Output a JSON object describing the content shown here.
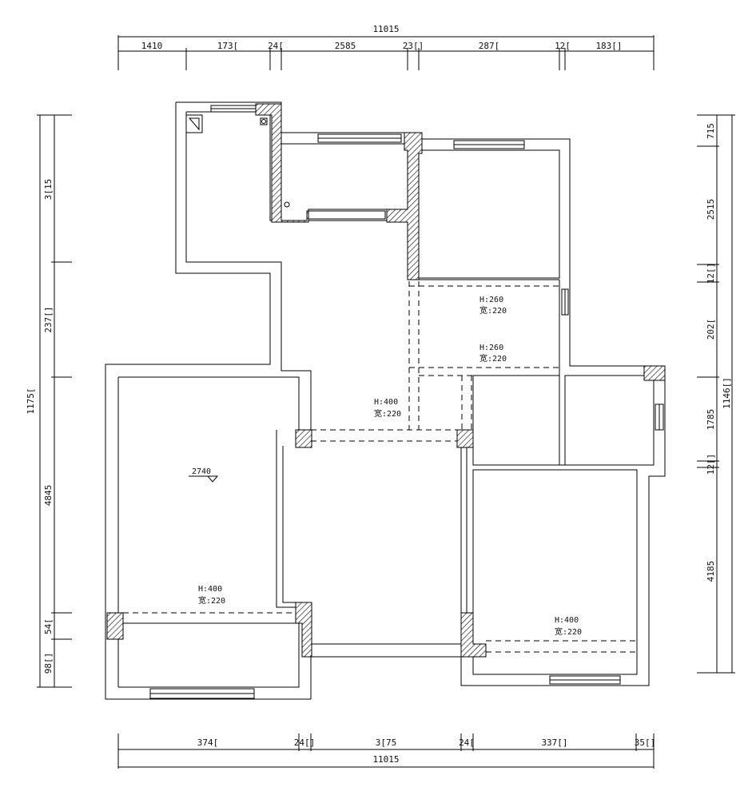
{
  "dims": {
    "top_total": "11015",
    "top": [
      "1410",
      "173[",
      "24[",
      "2585",
      "23[]",
      "287[",
      "12[",
      "183[]"
    ],
    "bottom_total": "11015",
    "bottom": [
      "374[",
      "24[]",
      "3[75",
      "24[",
      "337[]",
      "35[]"
    ],
    "left_total": "1175[",
    "left": [
      "3[15",
      "237[]",
      "4845",
      "54[",
      "98[]"
    ],
    "right_total": "1146[]",
    "right": [
      "715",
      "2515",
      "12[]",
      "202[",
      "1785",
      "12[]",
      "4185"
    ]
  },
  "notes": {
    "beam1": [
      "H:260",
      "宽:220"
    ],
    "beam2": [
      "H:260",
      "宽:220"
    ],
    "beam3": [
      "H:400",
      "宽:220"
    ],
    "beam4": [
      "H:400",
      "宽:220"
    ],
    "beam5": [
      "H:400",
      "宽:220"
    ],
    "level": "2740"
  }
}
